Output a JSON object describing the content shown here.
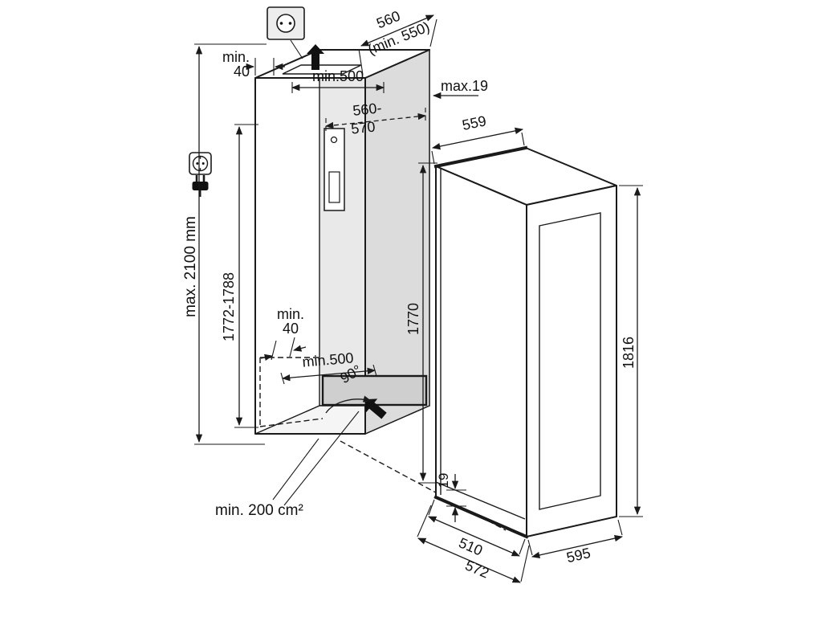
{
  "diagram": {
    "colors": {
      "line": "#1a1a1a",
      "interior_shade": "#e9e9e9",
      "side_shade": "#dcdcdc",
      "vent_shade": "#cfcfcf",
      "background": "#ffffff"
    },
    "labels": {
      "room_height": "max. 2100 mm",
      "niche_height": "1772-1788",
      "top_clearance_min": "min.",
      "top_clearance_value": "40",
      "top_duct_width": "min.500",
      "niche_depth": "560",
      "niche_depth_min": "(min. 550)",
      "front_protrusion": "max.19",
      "interior_width_a": "560-",
      "interior_width_b": "570",
      "appliance_top_depth": "559",
      "door_height": "1770",
      "plinth_clearance_min": "min.",
      "plinth_clearance_value": "40",
      "plinth_duct_width": "min.500",
      "door_opening_angle": "90°",
      "vent_cross_section": "min. 200 cm²",
      "appliance_height": "1816",
      "bottom_overlap": "19",
      "bottom_depth_inner": "510",
      "bottom_depth_outer": "572",
      "bottom_width": "595"
    },
    "icons": {
      "top_socket": "power-socket-icon",
      "wall_socket": "power-socket-icon",
      "plug": "power-plug-icon",
      "top_airflow": "airflow-up-arrow-icon",
      "bottom_airflow": "airflow-inlet-arrow-icon"
    }
  }
}
